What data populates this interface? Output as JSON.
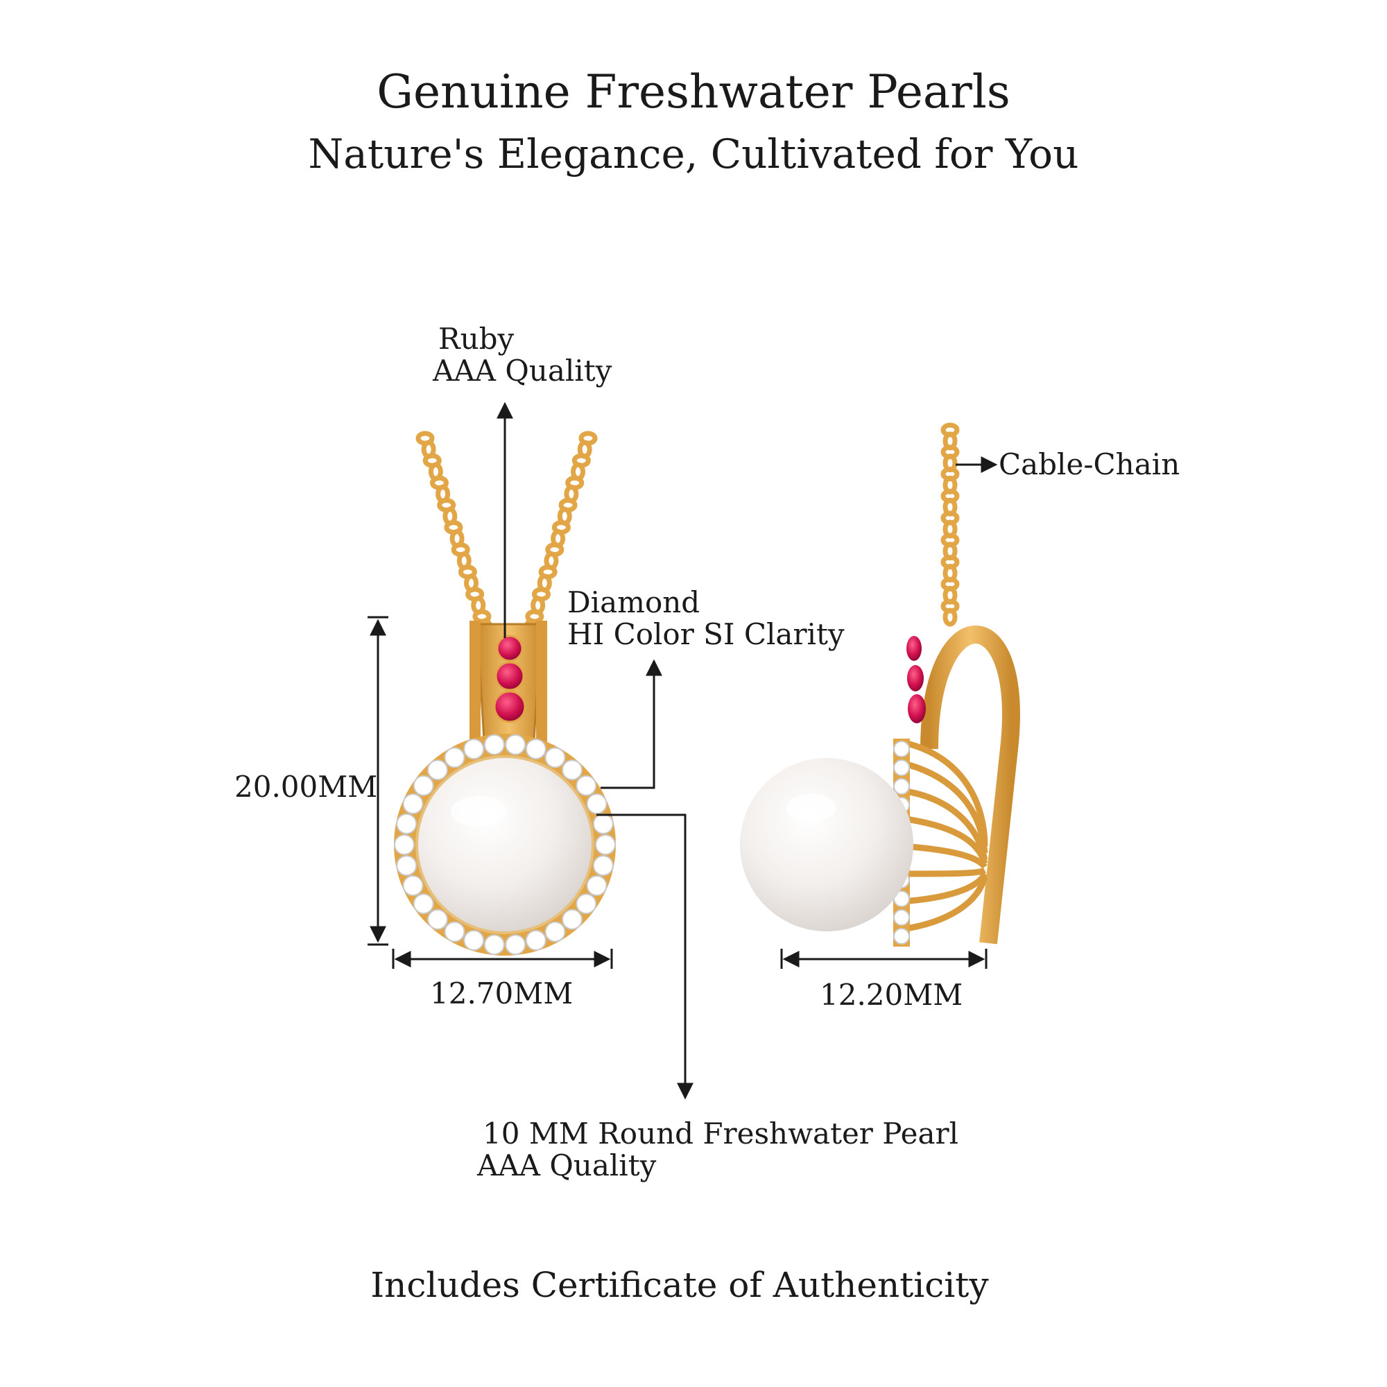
{
  "header": {
    "title": "Genuine Freshwater Pearls",
    "subtitle": "Nature's Elegance, Cultivated for You"
  },
  "callouts": {
    "ruby": {
      "name": "Ruby",
      "quality": "AAA Quality"
    },
    "diamond": {
      "name": "Diamond",
      "quality": "HI Color SI Clarity"
    },
    "chain": {
      "name": "Cable-Chain"
    },
    "pearl": {
      "name": "10 MM Round Freshwater Pearl",
      "quality": "AAA Quality"
    }
  },
  "dimensions": {
    "height": "20.00MM",
    "front_width": "12.70MM",
    "side_width": "12.20MM"
  },
  "footer": {
    "note": "Includes Certificate of Authenticity"
  },
  "colors": {
    "gold": "#e2a647",
    "ruby": "#d0104f",
    "pearl": "#f4f1ee",
    "diamond": "#ffffff",
    "text": "#1a1a1a"
  }
}
